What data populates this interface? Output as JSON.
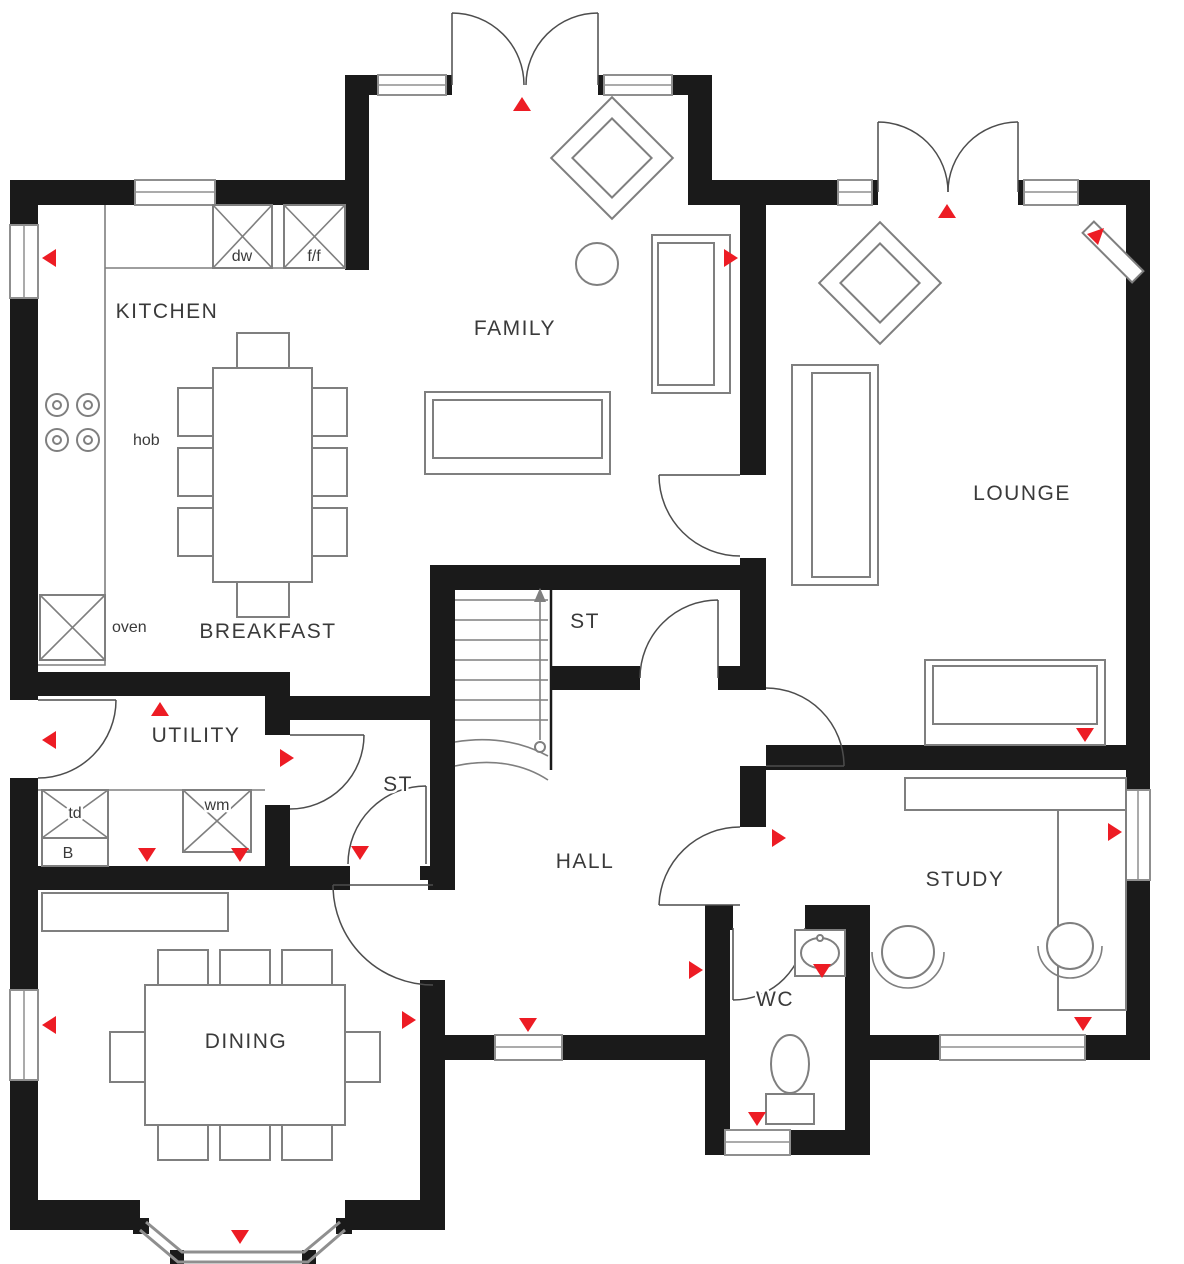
{
  "rooms": {
    "kitchen": "KITCHEN",
    "family": "FAMILY",
    "lounge": "LOUNGE",
    "breakfast": "BREAKFAST",
    "utility": "UTILITY",
    "store_landing": "ST",
    "store_hall": "ST",
    "hall": "HALL",
    "study": "STUDY",
    "wc": "WC",
    "dining": "DINING"
  },
  "appliances": {
    "dishwasher": "dw",
    "fridge_freezer": "f/f",
    "hob": "hob",
    "oven": "oven",
    "tumble_dryer": "td",
    "washing_machine": "wm",
    "boiler": "B"
  },
  "colors": {
    "wall": "#1a1a1a",
    "window_line": "#8f8f8f",
    "door_line": "#4d4d4d",
    "furniture_line": "#7f7f7f",
    "marker_red": "#ed1c24",
    "text": "#3a3a3a"
  }
}
